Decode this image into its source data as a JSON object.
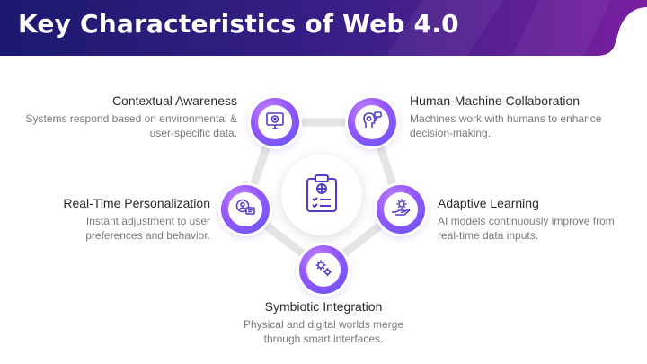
{
  "title": "Key Characteristics of Web 4.0",
  "center": {
    "icon": "clipboard-globe-checklist-icon"
  },
  "items": [
    {
      "title": "Contextual Awareness",
      "desc": "Systems respond based on environmental & user-specific data.",
      "icon": "monitor-target-icon"
    },
    {
      "title": "Human-Machine Collaboration",
      "desc": "Machines work with humans to enhance decision-making.",
      "icon": "head-gear-chat-icon"
    },
    {
      "title": "Adaptive Learning",
      "desc": "AI models continuously improve from real-time data inputs.",
      "icon": "hand-gear-icon"
    },
    {
      "title": "Symbiotic Integration",
      "desc": "Physical and digital worlds merge through smart interfaces.",
      "icon": "gears-icon"
    },
    {
      "title": "Real-Time Personalization",
      "desc": "Instant adjustment to user preferences and behavior.",
      "icon": "user-profile-card-icon"
    }
  ],
  "colors": {
    "header_start": "#1b1a6e",
    "header_end": "#7a1fa0",
    "accent": "#8c5cff",
    "ring": "#e5e5e5",
    "icon": "#4f3fc4"
  }
}
